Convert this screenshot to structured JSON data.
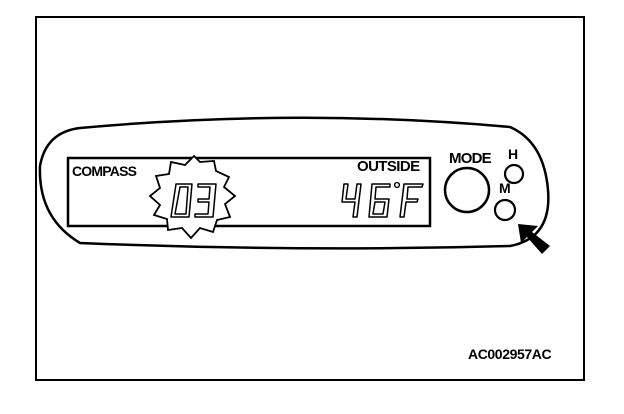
{
  "labels": {
    "compass": "COMPASS",
    "outside": "OUTSIDE",
    "mode": "MODE",
    "h_button": "H",
    "m_button": "M",
    "figure_code": "AC002957AC"
  },
  "display": {
    "compass_digits": "03",
    "temperature_digits": "46",
    "degree_symbol": "°",
    "temperature_unit": "F"
  },
  "icons": {
    "compass_flash": "flash-burst-icon",
    "pointer": "arrow-icon"
  },
  "colors": {
    "ink": "#000000",
    "background": "#ffffff"
  }
}
